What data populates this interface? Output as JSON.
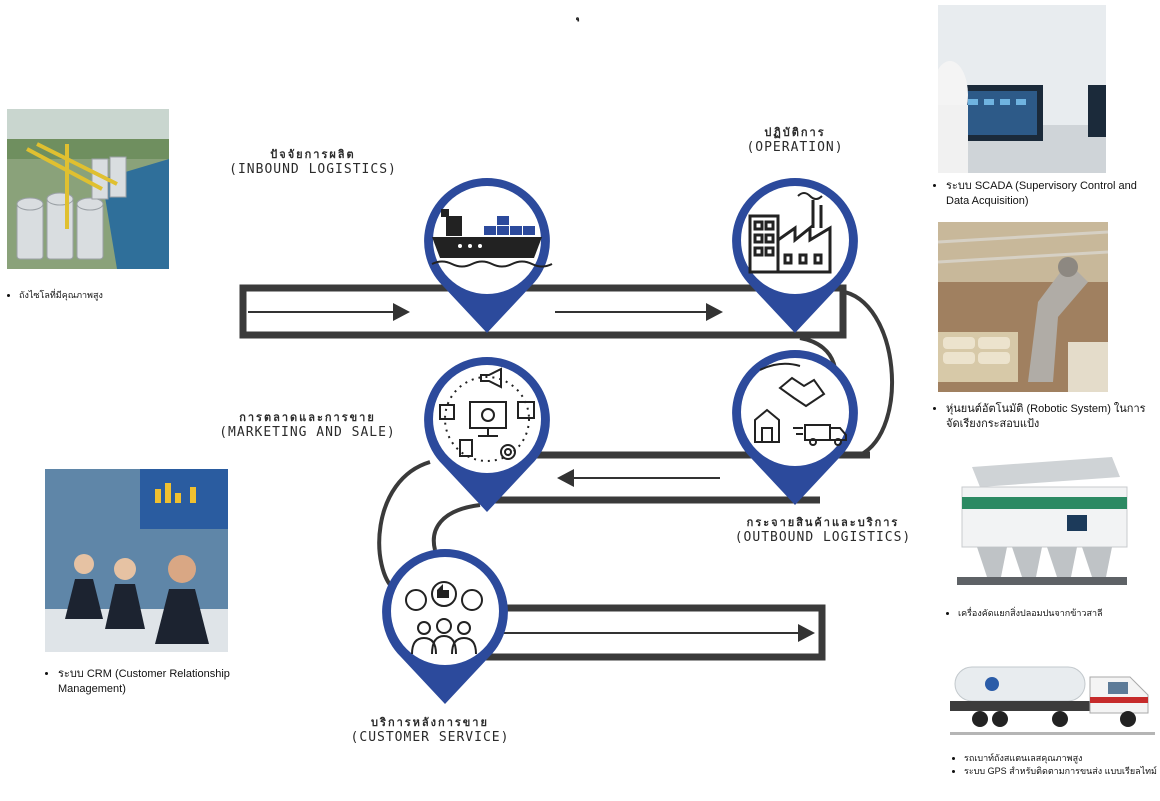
{
  "header_mark": "ุ",
  "stages": {
    "inbound": {
      "th": "ปัจจัยการผลิต",
      "en": "(INBOUND  LOGISTICS)",
      "icon": "cargo-ship-icon"
    },
    "operation": {
      "th": "ปฏิบัติการ",
      "en": "(OPERATION)",
      "icon": "factory-icon"
    },
    "outbound": {
      "th": "กระจายสินค้าและบริการ",
      "en": "(OUTBOUND LOGISTICS)",
      "icon": "delivery-handshake-icon"
    },
    "marketing": {
      "th": "การตลาดและการขาย",
      "en": "(MARKETING AND SALE)",
      "icon": "digital-marketing-icon"
    },
    "service": {
      "th": "บริการหลังการขาย",
      "en": "(CUSTOMER SERVICE)",
      "icon": "customer-feedback-icon"
    }
  },
  "callouts": {
    "silo": {
      "items": [
        "ถังไซโลที่มีคุณภาพสูง"
      ],
      "icon": "grain-silo-photo"
    },
    "scada": {
      "items": [
        "ระบบ SCADA (Supervisory Control and Data Acquisition)"
      ],
      "icon": "control-room-photo"
    },
    "robot": {
      "items": [
        "หุ่นยนต์อัตโนมัติ (Robotic System) ในการจัดเรียงกระสอบแป้ง"
      ],
      "icon": "robotic-arm-photo"
    },
    "sorter": {
      "items": [
        "เครื่องคัดแยกสิ่งปลอมปนจากข้าวสาลี"
      ],
      "icon": "color-sorter-photo"
    },
    "crm": {
      "items": [
        "ระบบ CRM (Customer Relationship Management)"
      ],
      "icon": "business-meeting-photo"
    },
    "truck": {
      "items": [
        "รถเบาท์ถังสแตนเลสคุณภาพสูง",
        "ระบบ GPS สำหรับติดตามการขนส่ง แบบเรียลไทม์"
      ],
      "icon": "bulk-tanker-truck-photo"
    }
  },
  "colors": {
    "pin": "#2c4a9c",
    "track": "#3a3a3a"
  }
}
